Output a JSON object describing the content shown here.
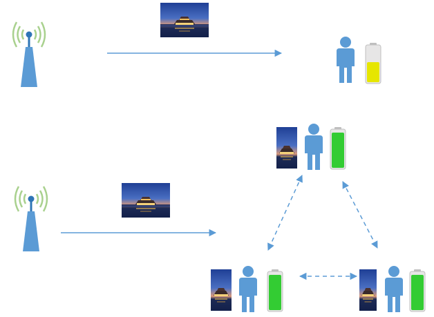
{
  "colors": {
    "background": "#ffffff",
    "antenna_blue": "#5b9bd5",
    "signal_green": "#a9d18e",
    "person_blue": "#5b9bd5",
    "arrow_blue": "#5b9bd5",
    "battery_yellow": "#e6e600",
    "battery_green": "#33cc33",
    "battery_shell": "#d9d9d9",
    "photo_sky_top": "#2e4f9c",
    "photo_sky_bottom": "#e6a77a",
    "photo_water": "#1b2b55",
    "photo_light": "#f5d27a"
  },
  "scenarios": [
    {
      "name": "",
      "tower_icon": "cell-tower-icon",
      "transfer_icon": "landscape-photo-icon",
      "arrow": "solid",
      "receivers": [
        {
          "icon": "person-icon",
          "battery_level": 0.5,
          "battery_color": "yellow",
          "holds_photo": false
        }
      ]
    },
    {
      "name": "",
      "tower_icon": "cell-tower-icon",
      "transfer_icon": "landscape-photo-icon",
      "arrow": "solid",
      "receivers": [
        {
          "icon": "person-icon",
          "battery_level": 0.9,
          "battery_color": "green",
          "holds_photo": true
        },
        {
          "icon": "person-icon",
          "battery_level": 0.9,
          "battery_color": "green",
          "holds_photo": true
        },
        {
          "icon": "person-icon",
          "battery_level": 0.9,
          "battery_color": "green",
          "holds_photo": true
        }
      ],
      "peer_links": "dashed-bidirectional"
    }
  ]
}
